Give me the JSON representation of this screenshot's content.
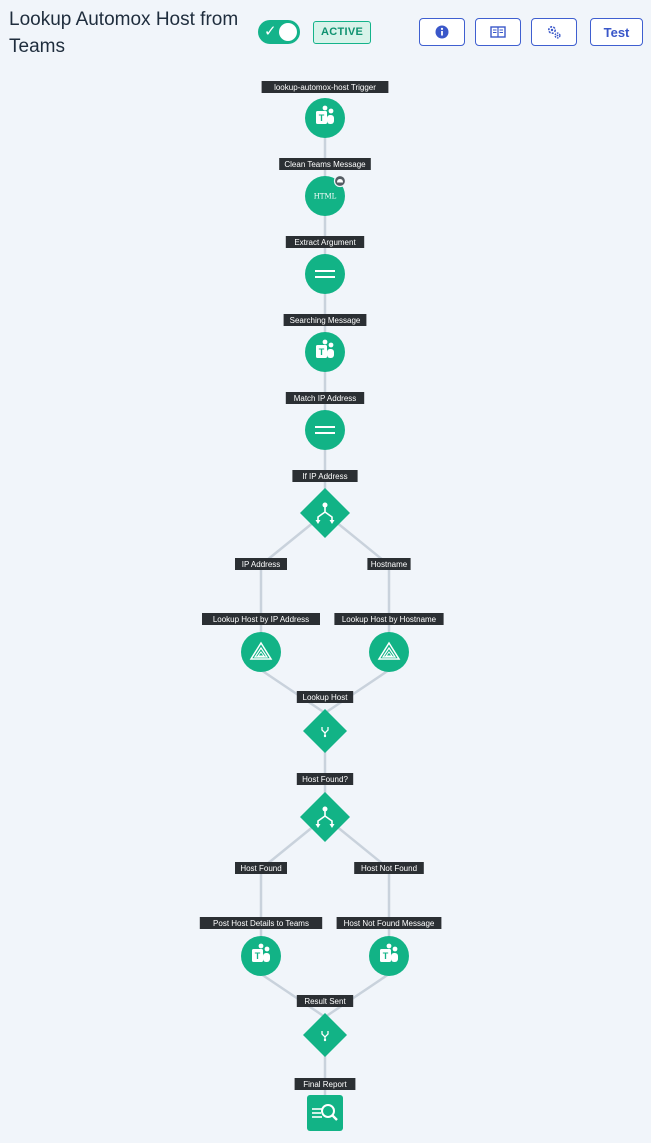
{
  "header": {
    "title": "Lookup Automox Host from Teams",
    "status_badge": "ACTIVE",
    "toggle_on": true,
    "buttons": [
      {
        "name": "info-button",
        "icon": "info-icon"
      },
      {
        "name": "docs-button",
        "icon": "book-icon"
      },
      {
        "name": "settings-button",
        "icon": "gears-icon"
      },
      {
        "name": "test-button",
        "label": "Test"
      }
    ]
  },
  "colors": {
    "node": "#12b386",
    "edge": "#c9d2dc",
    "label_bg": "#2b2f33",
    "accent": "#3a57c9"
  },
  "nodes": [
    {
      "id": "trigger",
      "label": "lookup-automox-host Trigger",
      "shape": "circle",
      "icon": "teams-icon"
    },
    {
      "id": "clean",
      "label": "Clean Teams Message",
      "shape": "circle",
      "icon": "html-icon",
      "note_icon": "cloud-icon"
    },
    {
      "id": "extract",
      "label": "Extract Argument",
      "shape": "circle",
      "icon": "equals-icon"
    },
    {
      "id": "searching",
      "label": "Searching Message",
      "shape": "circle",
      "icon": "teams-icon"
    },
    {
      "id": "match",
      "label": "Match IP Address",
      "shape": "circle",
      "icon": "equals-icon"
    },
    {
      "id": "if_ip",
      "label": "If IP Address",
      "shape": "diamond",
      "icon": "branch-icon"
    },
    {
      "id": "lookup_ip",
      "label": "Lookup Host by IP Address",
      "shape": "circle",
      "icon": "automox-icon"
    },
    {
      "id": "lookup_host",
      "label": "Lookup Host by Hostname",
      "shape": "circle",
      "icon": "automox-icon"
    },
    {
      "id": "merge1",
      "label": "Lookup Host",
      "shape": "diamond-small",
      "icon": "merge-icon"
    },
    {
      "id": "found",
      "label": "Host Found?",
      "shape": "diamond",
      "icon": "branch-icon"
    },
    {
      "id": "post",
      "label": "Post Host Details to Teams",
      "shape": "circle",
      "icon": "teams-icon"
    },
    {
      "id": "notfound",
      "label": "Host Not Found Message",
      "shape": "circle",
      "icon": "teams-icon"
    },
    {
      "id": "merge2",
      "label": "Result Sent",
      "shape": "diamond-small",
      "icon": "merge-icon"
    },
    {
      "id": "final",
      "label": "Final Report",
      "shape": "square",
      "icon": "search-report-icon"
    }
  ],
  "edges": [
    {
      "from": "trigger",
      "to": "clean"
    },
    {
      "from": "clean",
      "to": "extract"
    },
    {
      "from": "extract",
      "to": "searching"
    },
    {
      "from": "searching",
      "to": "match"
    },
    {
      "from": "match",
      "to": "if_ip"
    },
    {
      "from": "if_ip",
      "to": "lookup_ip",
      "label": "IP Address"
    },
    {
      "from": "if_ip",
      "to": "lookup_host",
      "label": "Hostname"
    },
    {
      "from": "lookup_ip",
      "to": "merge1"
    },
    {
      "from": "lookup_host",
      "to": "merge1"
    },
    {
      "from": "merge1",
      "to": "found"
    },
    {
      "from": "found",
      "to": "post",
      "label": "Host Found"
    },
    {
      "from": "found",
      "to": "notfound",
      "label": "Host Not Found"
    },
    {
      "from": "post",
      "to": "merge2"
    },
    {
      "from": "notfound",
      "to": "merge2"
    },
    {
      "from": "merge2",
      "to": "final"
    }
  ]
}
